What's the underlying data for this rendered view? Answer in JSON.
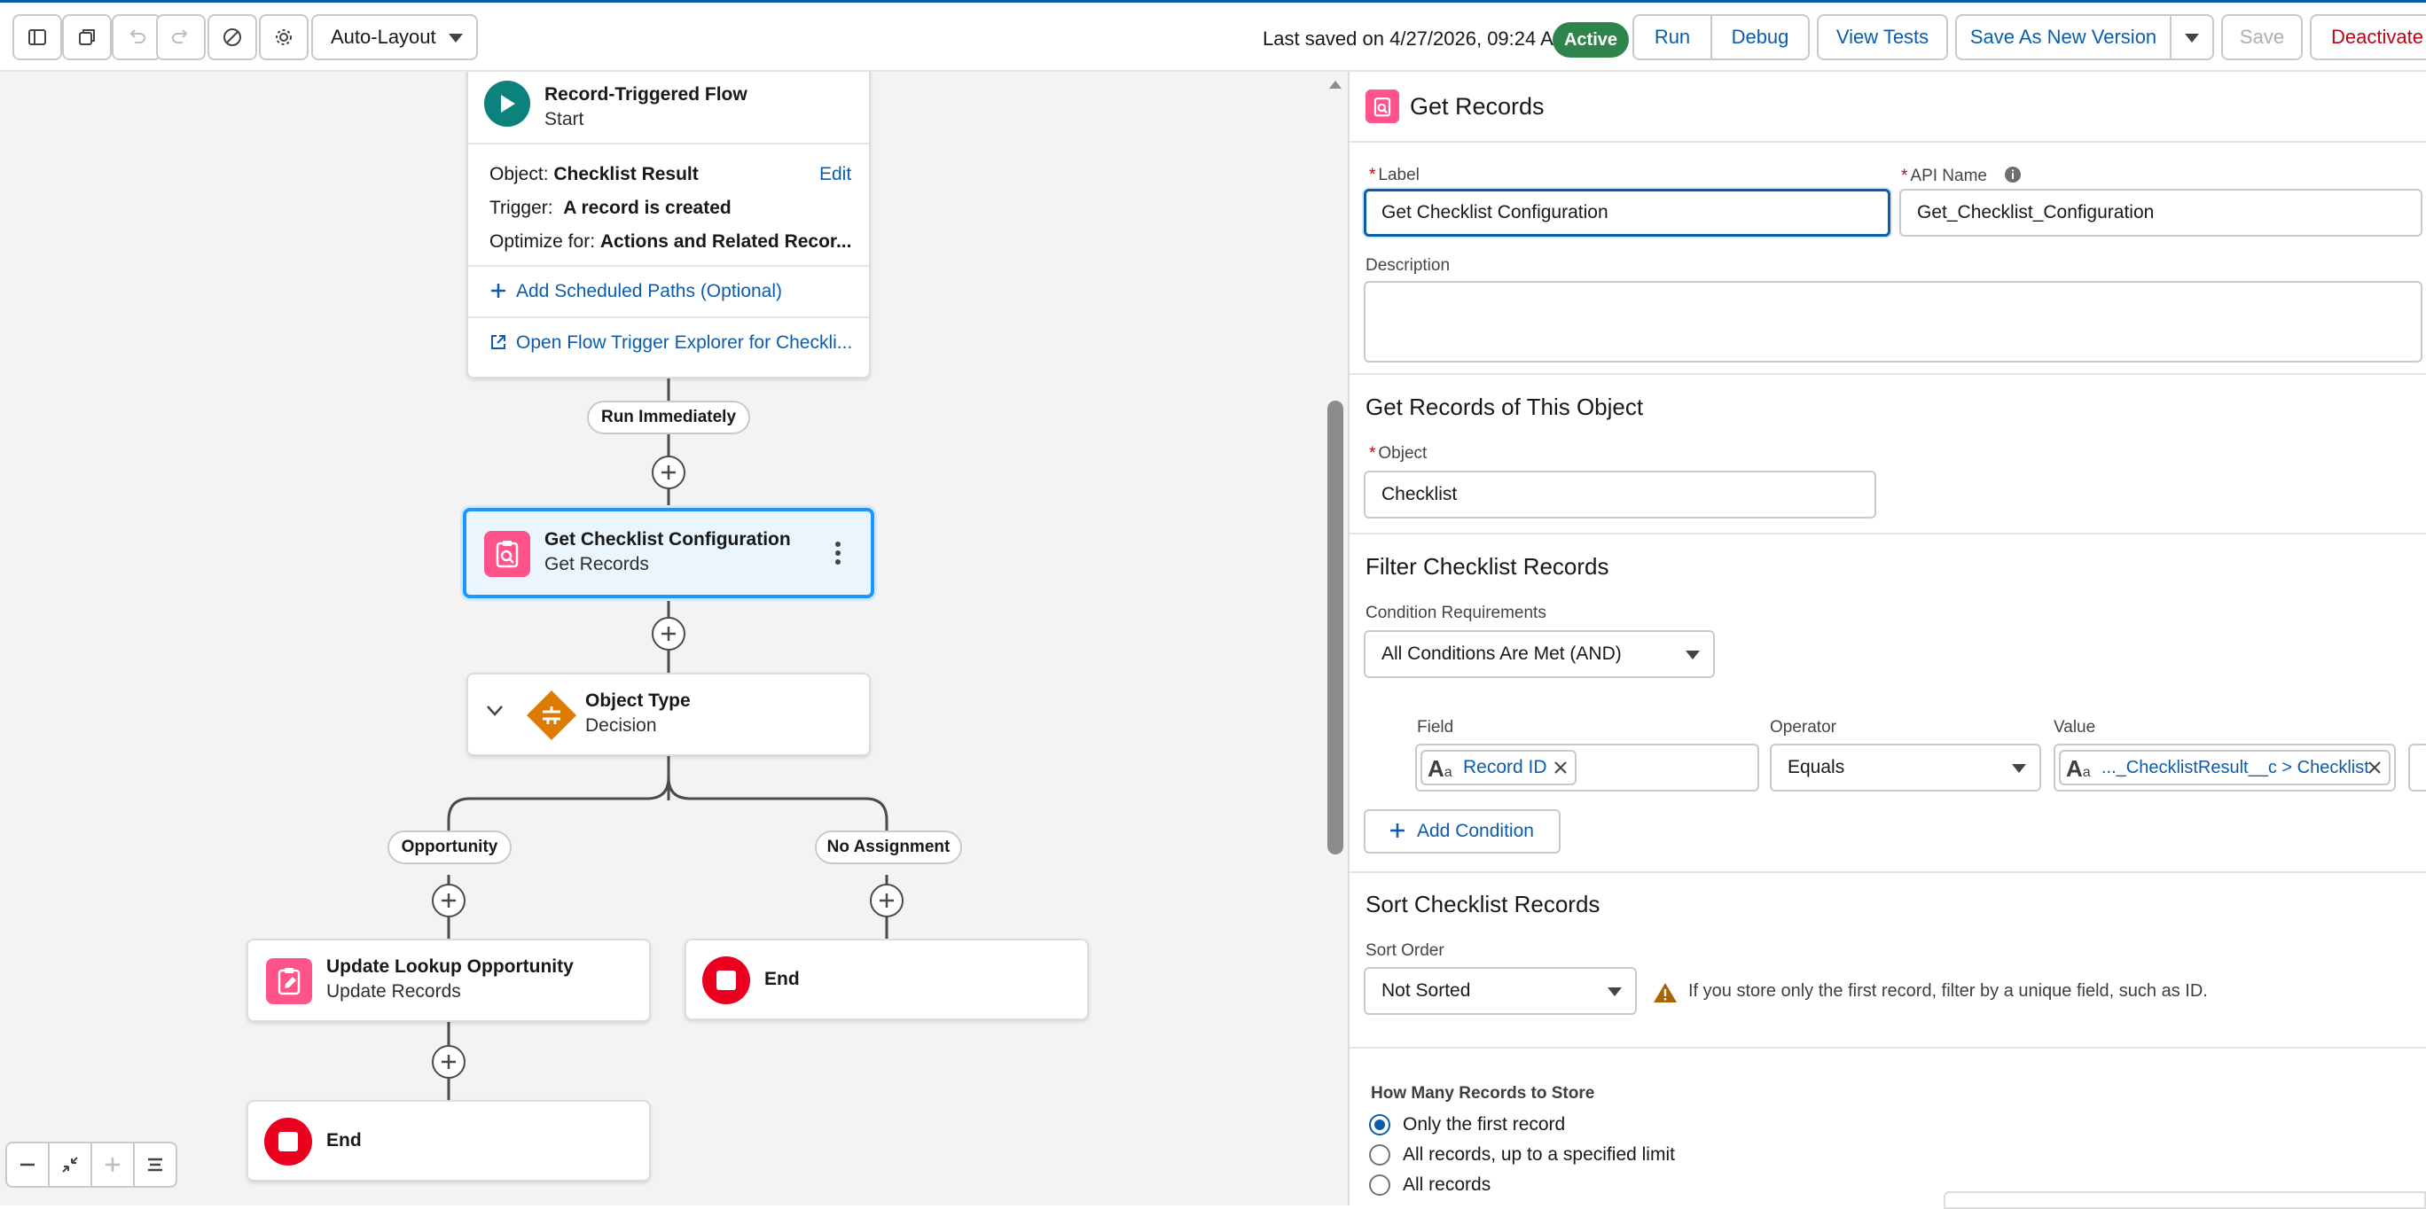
{
  "toolbar": {
    "layout_mode": "Auto-Layout",
    "last_saved": "Last saved on 4/27/2026, 09:24 AM",
    "status_badge": "Active",
    "run_label": "Run",
    "debug_label": "Debug",
    "view_tests_label": "View Tests",
    "save_as_new_version_label": "Save As New Version",
    "save_label": "Save",
    "deactivate_label": "Deactivate"
  },
  "canvas": {
    "start_node": {
      "title": "Record-Triggered Flow",
      "subtitle": "Start",
      "object_label": "Object:",
      "object_value": "Checklist Result",
      "edit_label": "Edit",
      "trigger_label": "Trigger:",
      "trigger_value": "A record is created",
      "optimize_label": "Optimize for:",
      "optimize_value": "Actions and Related Recor...",
      "add_scheduled_paths": "Add Scheduled Paths (Optional)",
      "open_trigger_explorer": "Open Flow Trigger Explorer for Checkli..."
    },
    "run_immediately": "Run Immediately",
    "get_records_node": {
      "title": "Get Checklist Configuration",
      "subtitle": "Get Records"
    },
    "decision_node": {
      "title": "Object Type",
      "subtitle": "Decision"
    },
    "branch_opportunity": "Opportunity",
    "branch_no_assignment": "No Assignment",
    "update_node": {
      "title": "Update Lookup Opportunity",
      "subtitle": "Update Records"
    },
    "end_label_right": "End",
    "end_label_bottom": "End"
  },
  "panel": {
    "header_title": "Get Records",
    "label_field_label": "Label",
    "label_value": "Get Checklist Configuration",
    "api_name_label": "API Name",
    "api_name_value": "Get_Checklist_Configuration",
    "description_label": "Description",
    "description_value": "",
    "object_section_title": "Get Records of This Object",
    "object_field_label": "Object",
    "object_value": "Checklist",
    "filter_section_title": "Filter Checklist Records",
    "condition_requirements_label": "Condition Requirements",
    "condition_requirements_value": "All Conditions Are Met (AND)",
    "condition": {
      "field_header": "Field",
      "operator_header": "Operator",
      "value_header": "Value",
      "field_value": "Record ID",
      "operator_value": "Equals",
      "value_value": "..._ChecklistResult__c > Checklist"
    },
    "add_condition_label": "Add Condition",
    "sort_section_title": "Sort Checklist Records",
    "sort_order_label": "Sort Order",
    "sort_order_value": "Not Sorted",
    "sort_warning": "If you store only the first record, filter by a unique field, such as ID.",
    "how_many_label": "How Many Records to Store",
    "store_options": [
      "Only the first record",
      "All records, up to a specified limit",
      "All records"
    ],
    "store_selected": "Only the first record"
  },
  "colors": {
    "brand_blue": "#0b5cab",
    "active_green": "#2e844a",
    "start_teal": "#0b827c",
    "record_pink": "#ff538a",
    "decision_orange": "#dd7a01",
    "end_red": "#ea001e",
    "selected_border": "#1b96ff"
  }
}
